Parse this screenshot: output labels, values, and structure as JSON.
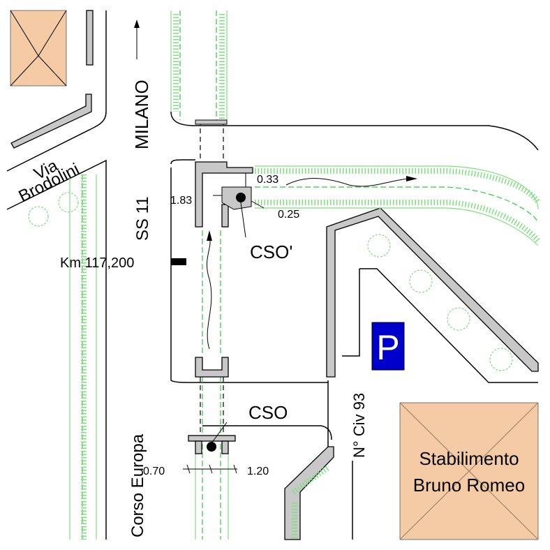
{
  "labels": {
    "milano": "MILANO",
    "via_brodolini_line1": "Via",
    "via_brodolini_line2": "Brodolini",
    "ss11": "SS 11",
    "km": "Km 117,200",
    "corso_europa": "Corso Europa",
    "civ": "N° Civ 93",
    "cso_prime": "CSO'",
    "cso": "CSO",
    "stabilimento_line1": "Stabilimento",
    "stabilimento_line2": "Bruno Romeo",
    "parking": "P"
  },
  "dimensions": {
    "d_033": "0.33",
    "d_183": "1.83",
    "d_025": "0.25",
    "d_070": "0.70",
    "d_120": "1.20"
  },
  "colors": {
    "building_fill": "#f5cba6",
    "hedge_light": "#7ee07e",
    "hedge_dark": "#2ecc40",
    "parking_blue": "#0000cc",
    "wall_gray": "#c8c8c8"
  }
}
